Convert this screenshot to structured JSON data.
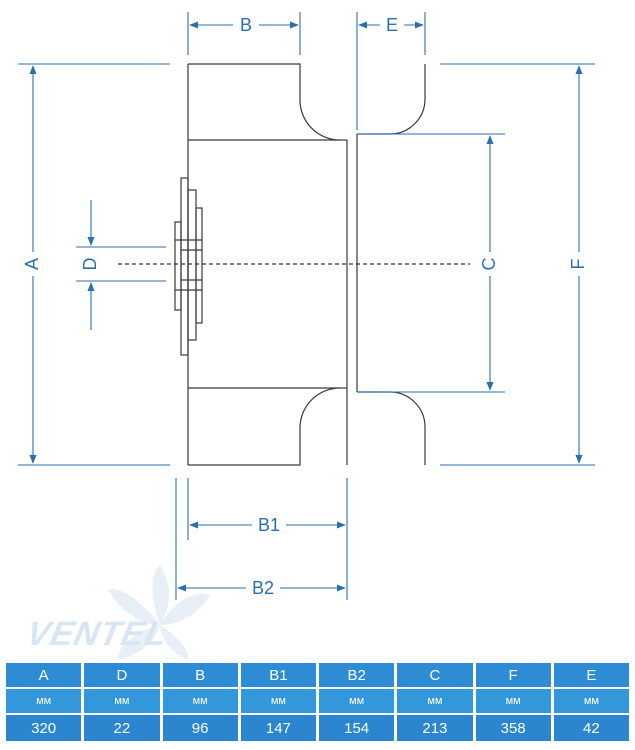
{
  "dimension_labels": {
    "A": "A",
    "B": "B",
    "B1": "B1",
    "B2": "B2",
    "C": "C",
    "D": "D",
    "E": "E",
    "F": "F"
  },
  "watermark": {
    "text": "VENTEL"
  },
  "colors": {
    "dimension": "#2a6fb0",
    "outline": "#3a3a3a",
    "table": "#2f8fd6"
  },
  "spec_table": {
    "headers": [
      "A",
      "D",
      "B",
      "B1",
      "B2",
      "C",
      "F",
      "E"
    ],
    "units": [
      "мм",
      "мм",
      "мм",
      "мм",
      "мм",
      "мм",
      "мм",
      "мм"
    ],
    "values": [
      "320",
      "22",
      "96",
      "147",
      "154",
      "213",
      "358",
      "42"
    ]
  }
}
